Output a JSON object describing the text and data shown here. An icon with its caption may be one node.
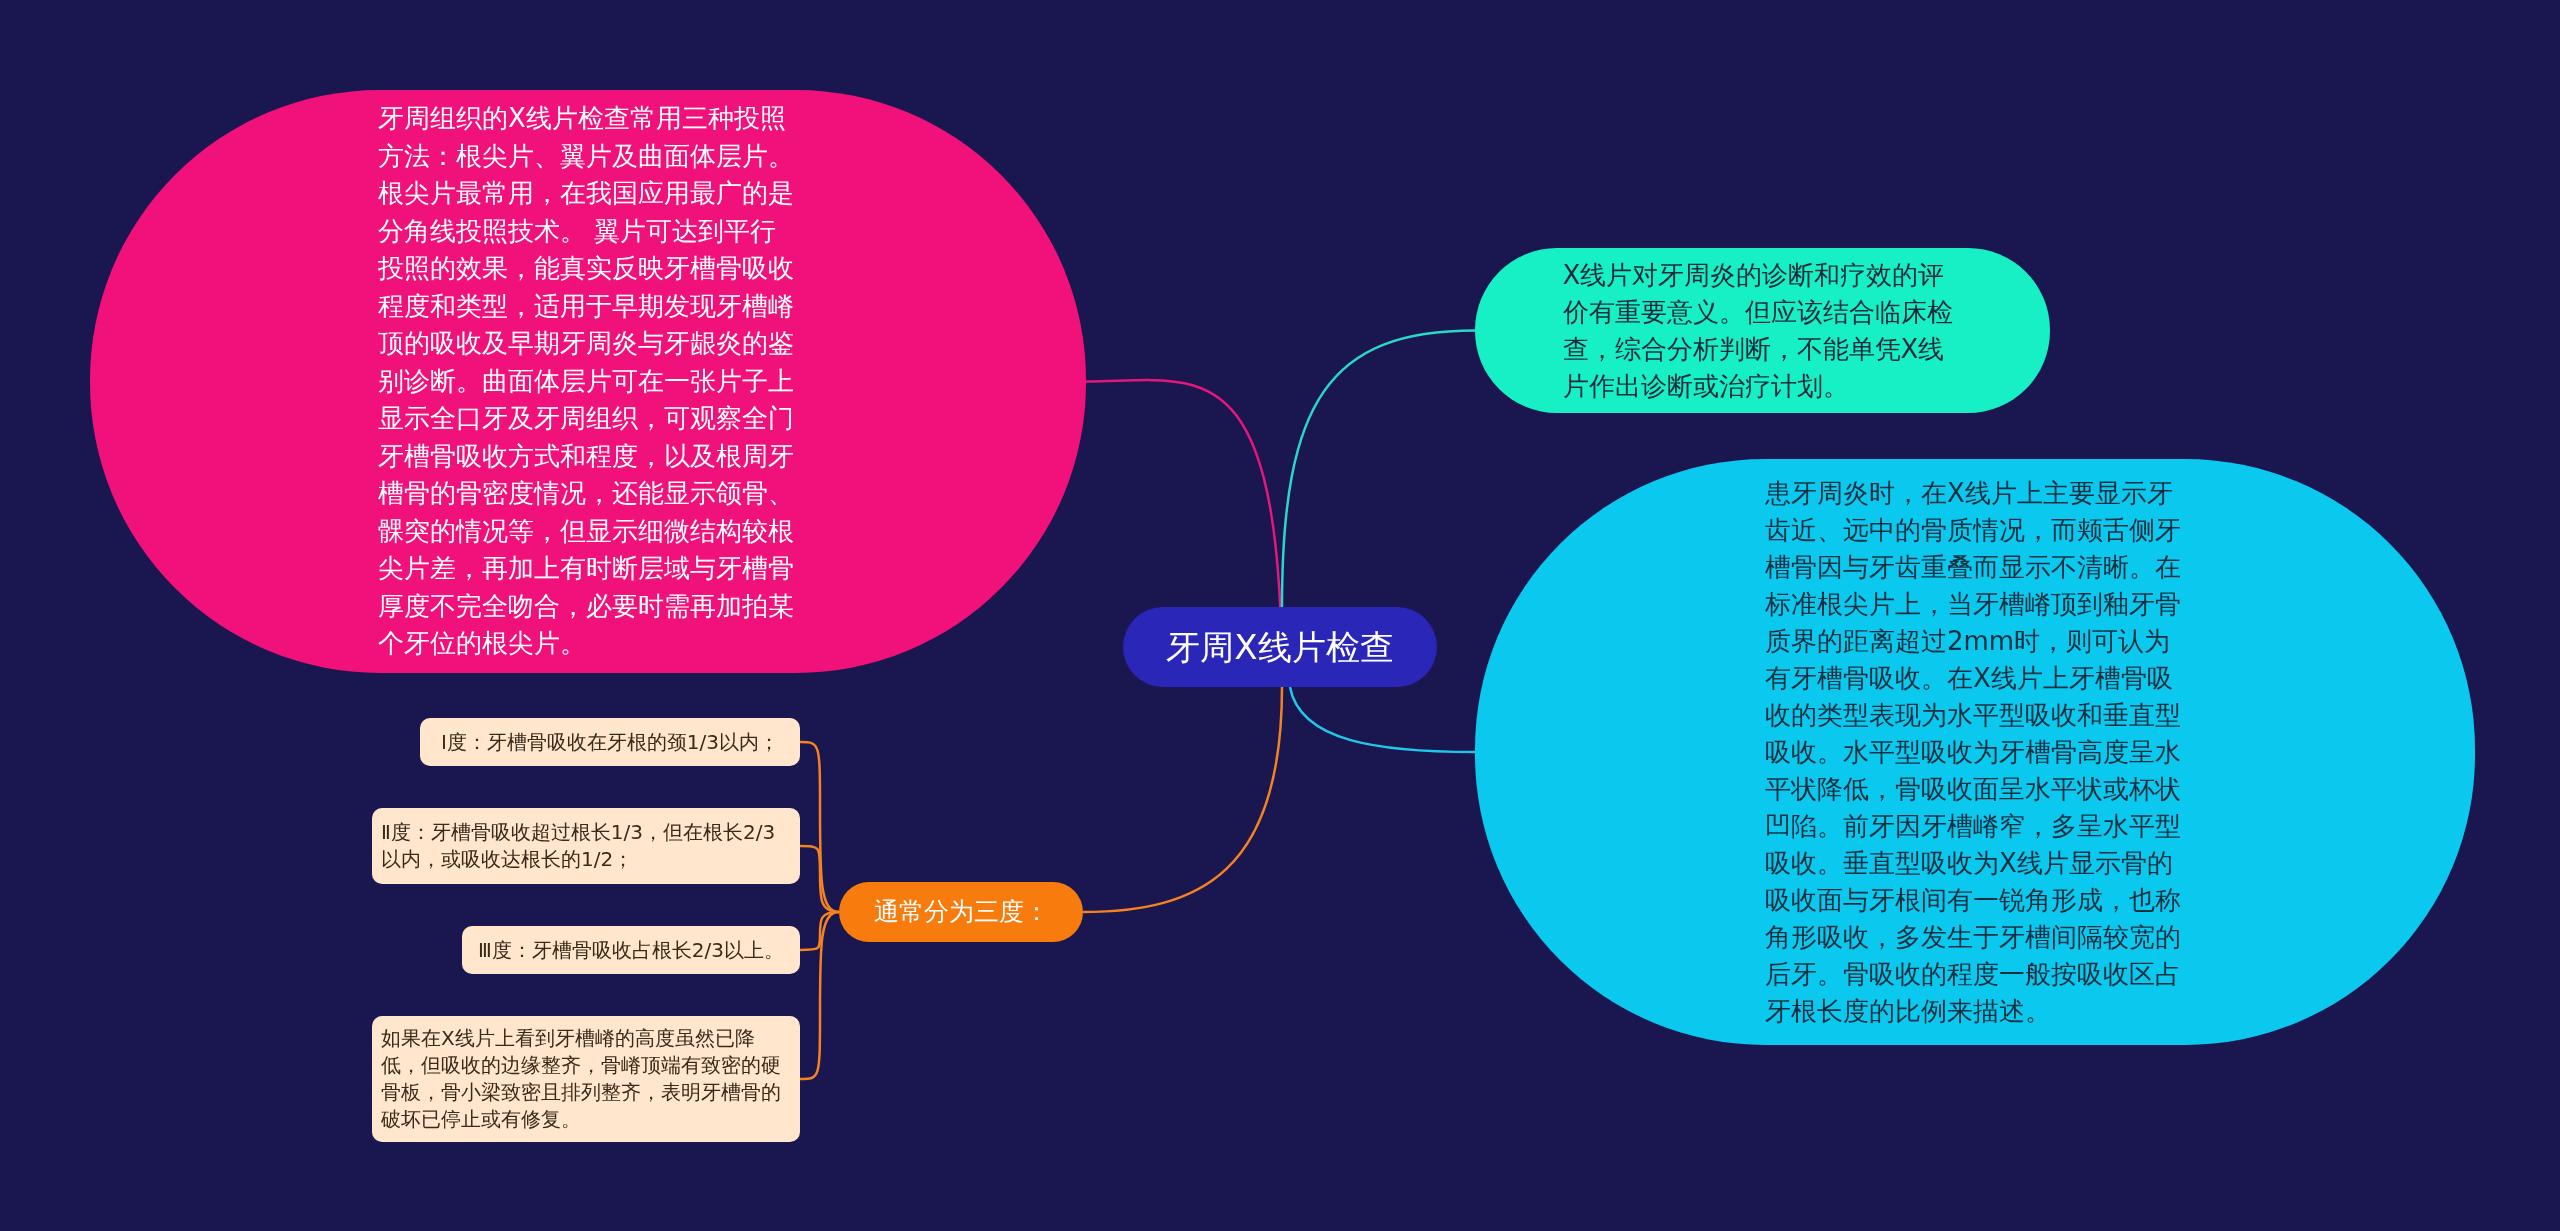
{
  "diagram": {
    "nodes": [
      {
        "text": [
          "牙周X线片检查"
        ]
      },
      {
        "text": [
          "牙周组织的X线片检查常用三种投照方法：根尖片、翼片及曲面体层片。根尖片最常用，在我国应用最广的是分角线投照技术。 翼片可达到平行投照的效果，能真实反映牙槽骨吸收程度和类型，适用于早期发现牙槽嵴顶的吸收及早期牙周炎与牙龈炎的鉴别诊断。曲面体层片可在一张片子上显示全口牙及牙周组织，可观察全门牙槽骨吸收方式和程度，以及根周牙槽骨的骨密度情况，还能显示颌骨、髁突的情况等，但显示细微结构较根尖片差，再加上有时断层域与牙槽骨厚度不完全吻合，必要时需再加拍某个牙位的根尖片。"
        ]
      },
      {
        "text": [
          "X线片对牙周炎的诊断和疗效的评价有重要意义。但应该结合临床检查，综合分析判断，不能单凭X线片作出诊断或治疗计划。"
        ]
      },
      {
        "text": [
          "患牙周炎时，在X线片上主要显示牙齿近、远中的骨质情况，而颊舌侧牙槽骨因与牙齿重叠而显示不清晰。在标准根尖片上，当牙槽嵴顶到釉牙骨质界的距离超过2mm时，则可认为有牙槽骨吸收。在X线片上牙槽骨吸收的类型表现为水平型吸收和垂直型吸收。水平型吸收为牙槽骨高度呈水平状降低，骨吸收面呈水平状或杯状凹陷。前牙因牙槽嵴窄，多呈水平型吸收。垂直型吸收为X线片显示骨的吸收面与牙根间有一锐角形成，也称角形吸收，多发生于牙槽间隔较宽的后牙。骨吸收的程度一般按吸收区占牙根长度的比例来描述。"
        ]
      },
      {
        "text": [
          "通常分为三度："
        ]
      },
      {
        "text": [
          "Ⅰ度：牙槽骨吸收在牙根的颈1/3以内；"
        ]
      },
      {
        "text": [
          "Ⅱ度：牙槽骨吸收超过根长1/3，但在根长2/3以内，或吸收达根长的1/2；"
        ]
      },
      {
        "text": [
          "Ⅲ度：牙槽骨吸收占根长2/3以上。"
        ]
      },
      {
        "text": [
          "如果在X线片上看到牙槽嵴的高度虽然已降低，但吸收的边缘整齐，骨嵴顶端有致密的硬骨板，骨小梁致密且排列整齐，表明牙槽骨的破坏已停止或有修复。"
        ]
      }
    ],
    "edges": [
      {
        "from": 0,
        "to": 1,
        "arrow": "none",
        "color": "#e5177b"
      },
      {
        "from": 0,
        "to": 2,
        "arrow": "none",
        "color": "#2ad8c8"
      },
      {
        "from": 0,
        "to": 3,
        "arrow": "none",
        "color": "#22c7e8"
      },
      {
        "from": 0,
        "to": 4,
        "arrow": "none",
        "color": "#f58220"
      },
      {
        "from": 4,
        "to": 5,
        "arrow": "none",
        "color": "#f58220"
      },
      {
        "from": 4,
        "to": 6,
        "arrow": "none",
        "color": "#f58220"
      },
      {
        "from": 4,
        "to": 7,
        "arrow": "none",
        "color": "#f58220"
      },
      {
        "from": 4,
        "to": 8,
        "arrow": "none",
        "color": "#f58220"
      }
    ]
  }
}
